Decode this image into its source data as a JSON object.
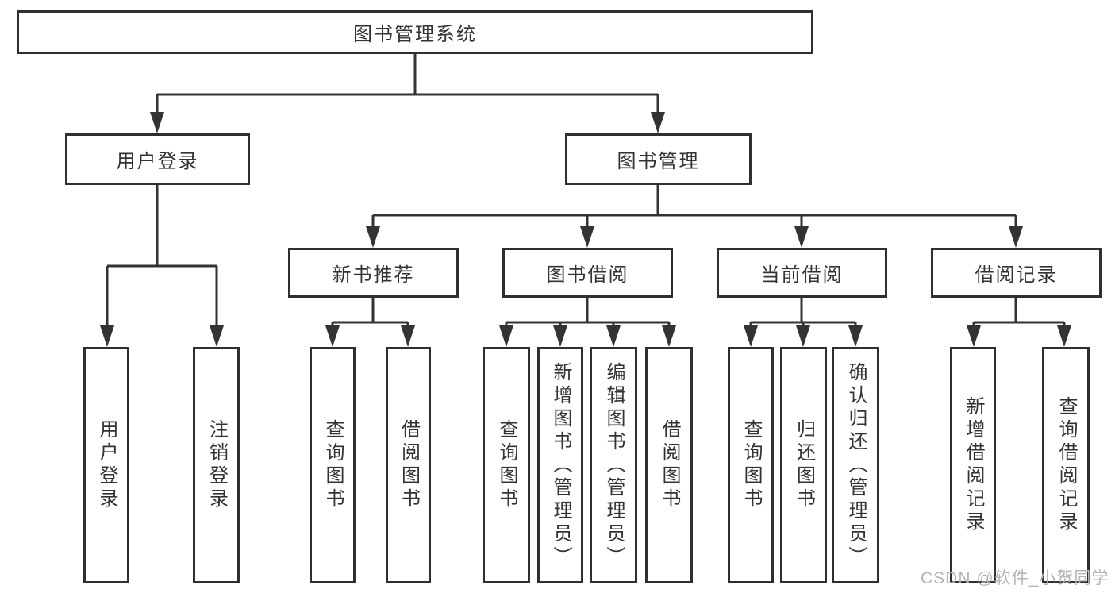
{
  "diagram": {
    "root": {
      "label": "图书管理系统"
    },
    "branches": [
      {
        "label": "用户登录",
        "children": [
          {
            "label": "用户登录"
          },
          {
            "label": "注销登录"
          }
        ]
      },
      {
        "label": "图书管理",
        "children": [
          {
            "label": "新书推荐",
            "children": [
              {
                "label": "查询图书"
              },
              {
                "label": "借阅图书"
              }
            ]
          },
          {
            "label": "图书借阅",
            "children": [
              {
                "label": "查询图书"
              },
              {
                "label": "新增图书（管理员）"
              },
              {
                "label": "编辑图书（管理员）"
              },
              {
                "label": "借阅图书"
              }
            ]
          },
          {
            "label": "当前借阅",
            "children": [
              {
                "label": "查询图书"
              },
              {
                "label": "归还图书"
              },
              {
                "label": "确认归还（管理员）"
              }
            ]
          },
          {
            "label": "借阅记录",
            "children": [
              {
                "label": "新增借阅记录"
              },
              {
                "label": "查询借阅记录"
              }
            ]
          }
        ]
      }
    ]
  },
  "watermark": {
    "text": "CSDN @软件_小贺同学"
  },
  "colors": {
    "line": "#333333",
    "box_border": "#2f2f2f",
    "text": "#333333",
    "watermark_text": "#b5b5b5",
    "background": "#ffffff"
  }
}
